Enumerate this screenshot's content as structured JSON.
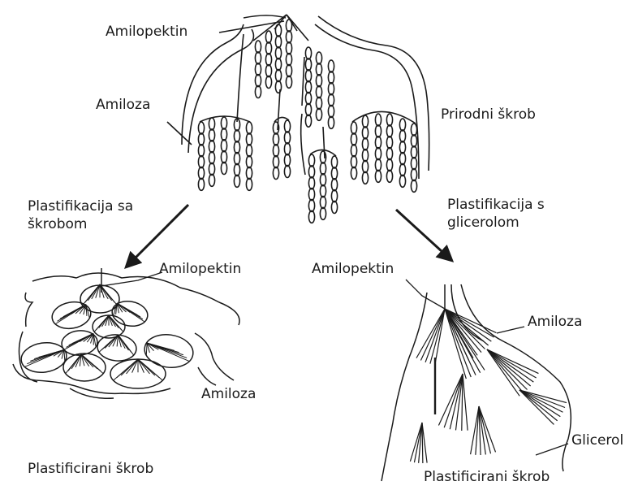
{
  "labels": {
    "top_amylopectin": "Amilopektin",
    "top_amylose": "Amiloza",
    "native_starch": "Prirodni škrob",
    "plast_starch_process": "Plastifikacija sa\nškrobom",
    "plast_glycerol_process": "Plastifikacija s\nglicerolom",
    "left_amylopectin": "Amilopektin",
    "left_amylose": "Amiloza",
    "left_result": "Plastificirani škrob",
    "right_amylopectin": "Amilopektin",
    "right_amylose": "Amiloza",
    "right_glycerol": "Glicerol",
    "right_result": "Plastificirani škrob"
  },
  "colors": {
    "ink": "#1a1a1a",
    "background": "#ffffff"
  }
}
